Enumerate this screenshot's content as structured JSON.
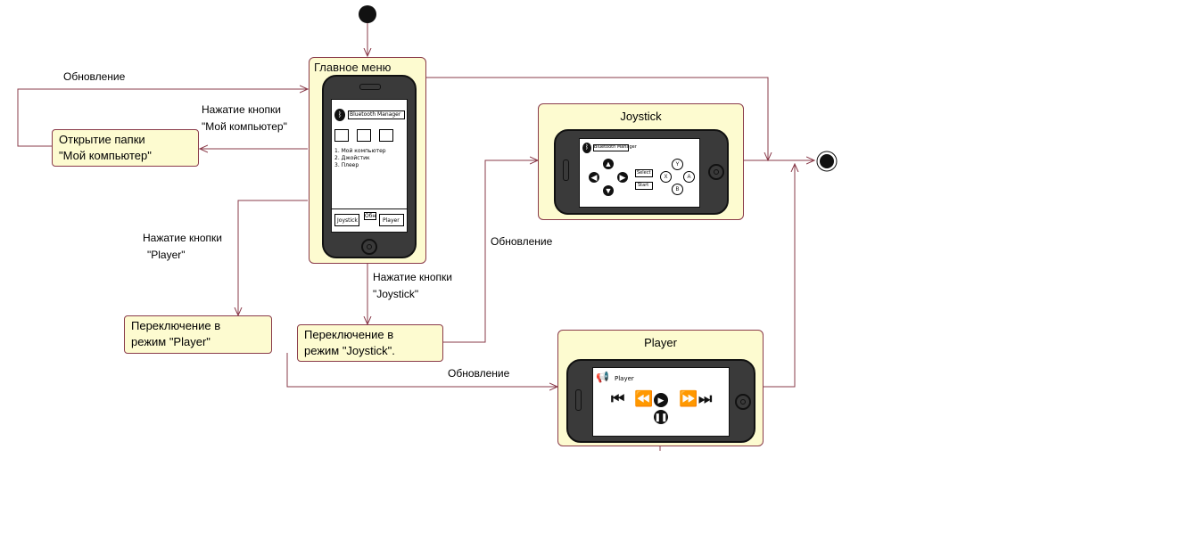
{
  "states": {
    "main_menu": {
      "title": "Главное меню",
      "screen": {
        "header": "Bluetooth Manager",
        "list": [
          "1. Мой компьютер",
          "2. Джойстик",
          "3. Плеер"
        ],
        "bottom_buttons": [
          "Joystick",
          "Player"
        ],
        "center_button": "Обн"
      }
    },
    "joystick": {
      "title": "Joystick",
      "screen": {
        "header": "Bluetooth Manager",
        "buttons": [
          "Select",
          "Start"
        ],
        "action_buttons": [
          "A",
          "B",
          "X",
          "Y"
        ]
      }
    },
    "player": {
      "title": "Player",
      "screen": {
        "header": "Player"
      }
    }
  },
  "actions": {
    "open_folder": {
      "line1": "Открытие папки",
      "line2": "\"Мой компьютер\""
    },
    "switch_player": {
      "line1": "Переключение в",
      "line2": "режим  \"Player\""
    },
    "switch_joystick": {
      "line1": "Переключение в",
      "line2": "режим \"Joystick\"."
    }
  },
  "transitions": {
    "update_top": "Обновление",
    "press_my_computer": {
      "line1": "Нажатие кнопки",
      "line2": "\"Мой компьютер\""
    },
    "press_player": {
      "line1": "Нажатие кнопки",
      "line2": "\"Player\""
    },
    "press_joystick": {
      "line1": "Нажатие кнопки",
      "line2": "\"Joystick\""
    },
    "update_joystick": "Обновление",
    "update_player": "Обновление"
  },
  "colors": {
    "state_fill": "#fdfbd0",
    "line": "#8a3b4a",
    "node": "#111111"
  }
}
